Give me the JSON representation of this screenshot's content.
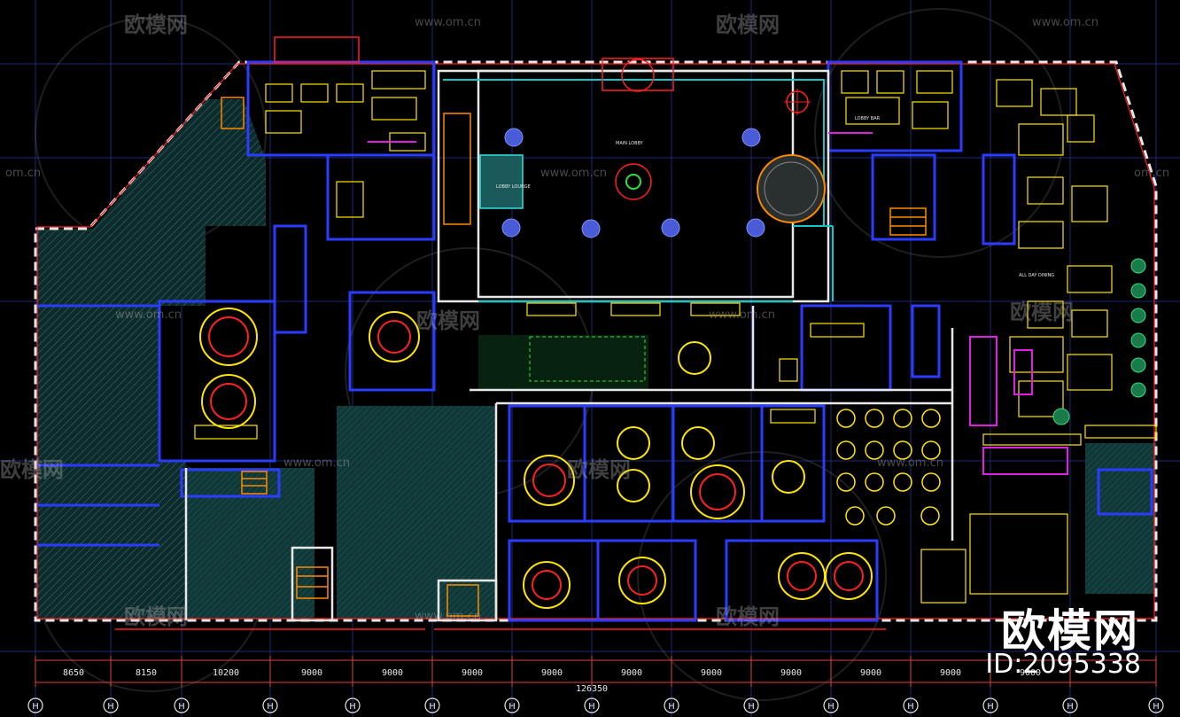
{
  "watermarks": {
    "brand": "欧模网",
    "url": "www.om.cn",
    "url_short": "om.cn",
    "id_label": "ID:2095338"
  },
  "plan_labels": {
    "main_lobby": "MAIN LOBBY",
    "lobby_bar": "LOBBY BAR",
    "lobby_lounge": "LOBBY LOUNGE",
    "all_day_dining": "ALL DAY DINING"
  },
  "dimensions": {
    "segments": [
      "8650",
      "8150",
      "10200",
      "9000",
      "9000",
      "9000",
      "9000",
      "9000",
      "9000",
      "9000",
      "9000",
      "9000",
      "9000"
    ],
    "total": "126350",
    "axis_marker": "H"
  },
  "colors": {
    "background": "#000000",
    "wall_white": "#e8e8e8",
    "wall_blue": "#2a3cff",
    "furniture_yellow": "#ffe600",
    "red_line": "#ff2020",
    "cyan_line": "#10c8c8",
    "magenta": "#e020e0",
    "orange": "#ff8a00",
    "green": "#30e040",
    "hatch_teal": "#1f5a5a"
  }
}
